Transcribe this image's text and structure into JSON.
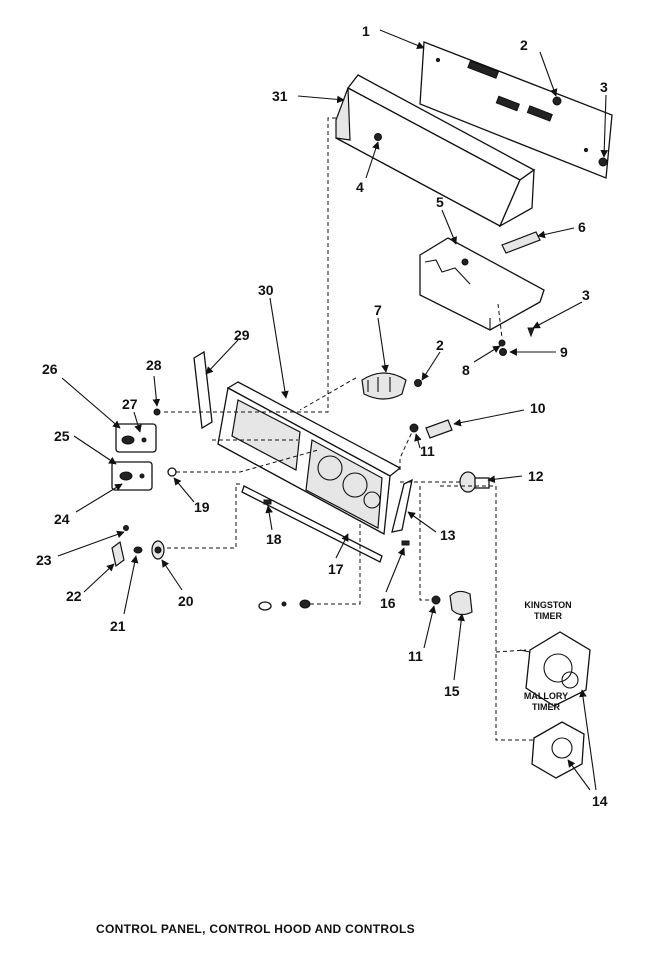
{
  "caption": "CONTROL PANEL, CONTROL HOOD AND CONTROLS",
  "timer_labels": {
    "kingston_line1": "KINGSTON",
    "kingston_line2": "TIMER",
    "mallory_line1": "MALLORY",
    "mallory_line2": "TIMER"
  },
  "callouts": [
    "1",
    "2",
    "3",
    "31",
    "4",
    "5",
    "6",
    "3",
    "9",
    "8",
    "7",
    "2",
    "30",
    "29",
    "28",
    "26",
    "27",
    "25",
    "10",
    "11",
    "12",
    "24",
    "19",
    "13",
    "18",
    "17",
    "16",
    "23",
    "22",
    "21",
    "20",
    "11",
    "15",
    "14"
  ]
}
